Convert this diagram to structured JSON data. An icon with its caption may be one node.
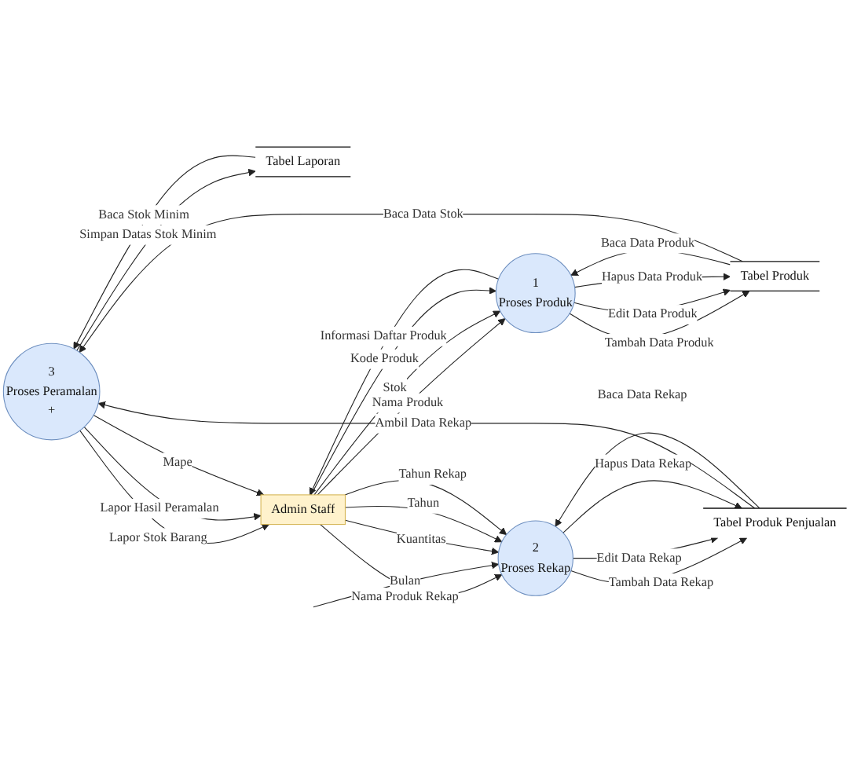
{
  "diagram": {
    "nodes": [
      {
        "text": [
          "1",
          "Proses Produk"
        ]
      },
      {
        "text": [
          "Tabel Produk"
        ]
      },
      {
        "text": [
          "Tabel Laporan"
        ]
      },
      {
        "text": [
          "Admin Staff"
        ]
      },
      {
        "text": [
          "3",
          "Proses Peramalan",
          "+"
        ]
      },
      {
        "text": [
          "2",
          "Proses Rekap"
        ]
      },
      {
        "text": [
          "Tabel Produk Penjualan"
        ]
      }
    ],
    "edges": [
      {
        "from": 3,
        "to": 0,
        "arrow": "to",
        "label": "Nama Produk"
      },
      {
        "from": 1,
        "to": 0,
        "arrow": "to",
        "label": "Baca Data Produk"
      },
      {
        "from": 0,
        "to": 1,
        "arrow": "to",
        "label": "Tambah Data Produk"
      },
      {
        "from": 3,
        "to": 0,
        "arrow": "to",
        "label": "Stok"
      },
      {
        "from": 0,
        "to": 1,
        "arrow": "to",
        "label": "Edit Data Produk"
      },
      {
        "from": 3,
        "to": 0,
        "arrow": "to",
        "label": "Kode Produk"
      },
      {
        "from": 0,
        "to": 1,
        "arrow": "to",
        "label": "Hapus Data Produk"
      },
      {
        "from": 1,
        "to": 4,
        "arrow": "to",
        "label": "Baca Data Stok"
      },
      {
        "from": 2,
        "to": 4,
        "arrow": "to",
        "label": "Baca Stok Minim"
      },
      {
        "from": 0,
        "to": 3,
        "arrow": "to",
        "label": "Informasi Daftar Produk"
      },
      {
        "from": 4,
        "to": 2,
        "arrow": "to",
        "label": "Simpan Datas Stok Minim"
      },
      {
        "from": 4,
        "to": 3,
        "arrow": "to",
        "label": "Lapor Stok Barang"
      },
      {
        "from": 4,
        "to": 3,
        "arrow": "to",
        "label": "Lapor Hasil Peramalan"
      },
      {
        "from": 4,
        "to": 3,
        "arrow": "to",
        "label": "Mape"
      },
      {
        "from": 3,
        "to": 5,
        "arrow": "to",
        "label": "Nama Produk Rekap"
      },
      {
        "from": 6,
        "to": 4,
        "arrow": "to",
        "label": "Ambil Data Rekap"
      },
      {
        "from": null,
        "to": 5,
        "arrow": "to",
        "label": "Bulan"
      },
      {
        "from": 5,
        "to": 6,
        "arrow": "to",
        "label": "Tambah Data Rekap"
      },
      {
        "from": 5,
        "to": 6,
        "arrow": "to",
        "label": "Edit Data Rekap"
      },
      {
        "from": 3,
        "to": 5,
        "arrow": "to",
        "label": "Kuantitas"
      },
      {
        "from": 3,
        "to": 5,
        "arrow": "to",
        "label": "Tahun"
      },
      {
        "from": 5,
        "to": 6,
        "arrow": "to",
        "label": "Hapus Data Rekap"
      },
      {
        "from": 3,
        "to": 5,
        "arrow": "to",
        "label": "Tahun Rekap"
      },
      {
        "from": 6,
        "to": 5,
        "arrow": "to",
        "label": "Baca Data Rekap"
      }
    ]
  }
}
